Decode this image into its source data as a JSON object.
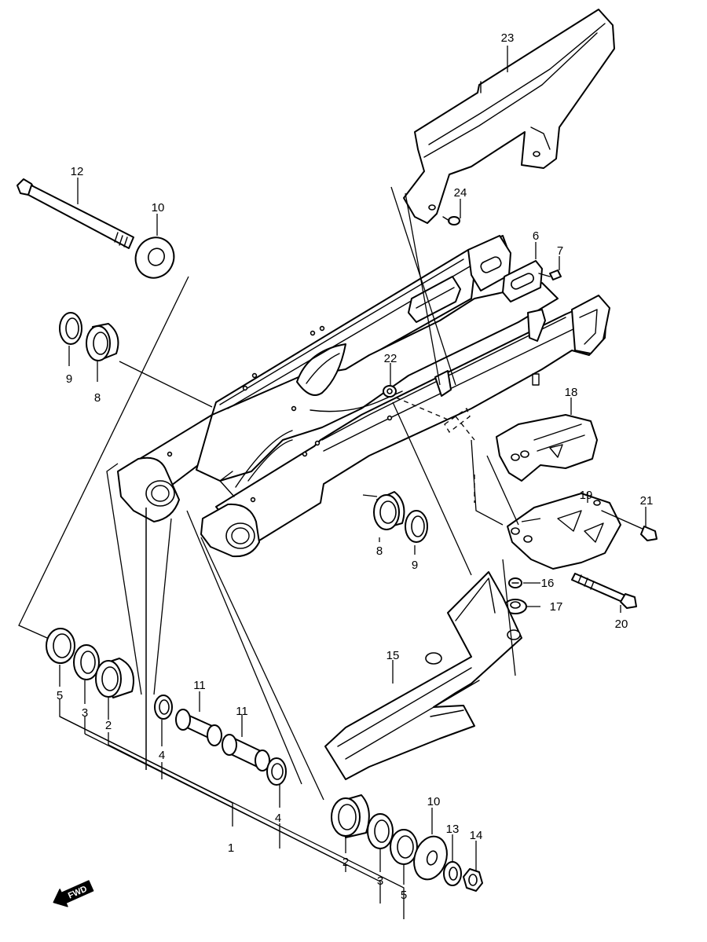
{
  "labels": {
    "p1": "1",
    "p2a": "2",
    "p2b": "2",
    "p3a": "3",
    "p3b": "3",
    "p4a": "4",
    "p4b": "4",
    "p5a": "5",
    "p5b": "5",
    "p6": "6",
    "p7": "7",
    "p8a": "8",
    "p8b": "8",
    "p9a": "9",
    "p9b": "9",
    "p10a": "10",
    "p10b": "10",
    "p11a": "11",
    "p11b": "11",
    "p12": "12",
    "p13": "13",
    "p14": "14",
    "p15": "15",
    "p16": "16",
    "p17": "17",
    "p18": "18",
    "p19": "19",
    "p20": "20",
    "p21": "21",
    "p22": "22",
    "p23": "23",
    "p24": "24"
  },
  "fwd_text": "FWD"
}
